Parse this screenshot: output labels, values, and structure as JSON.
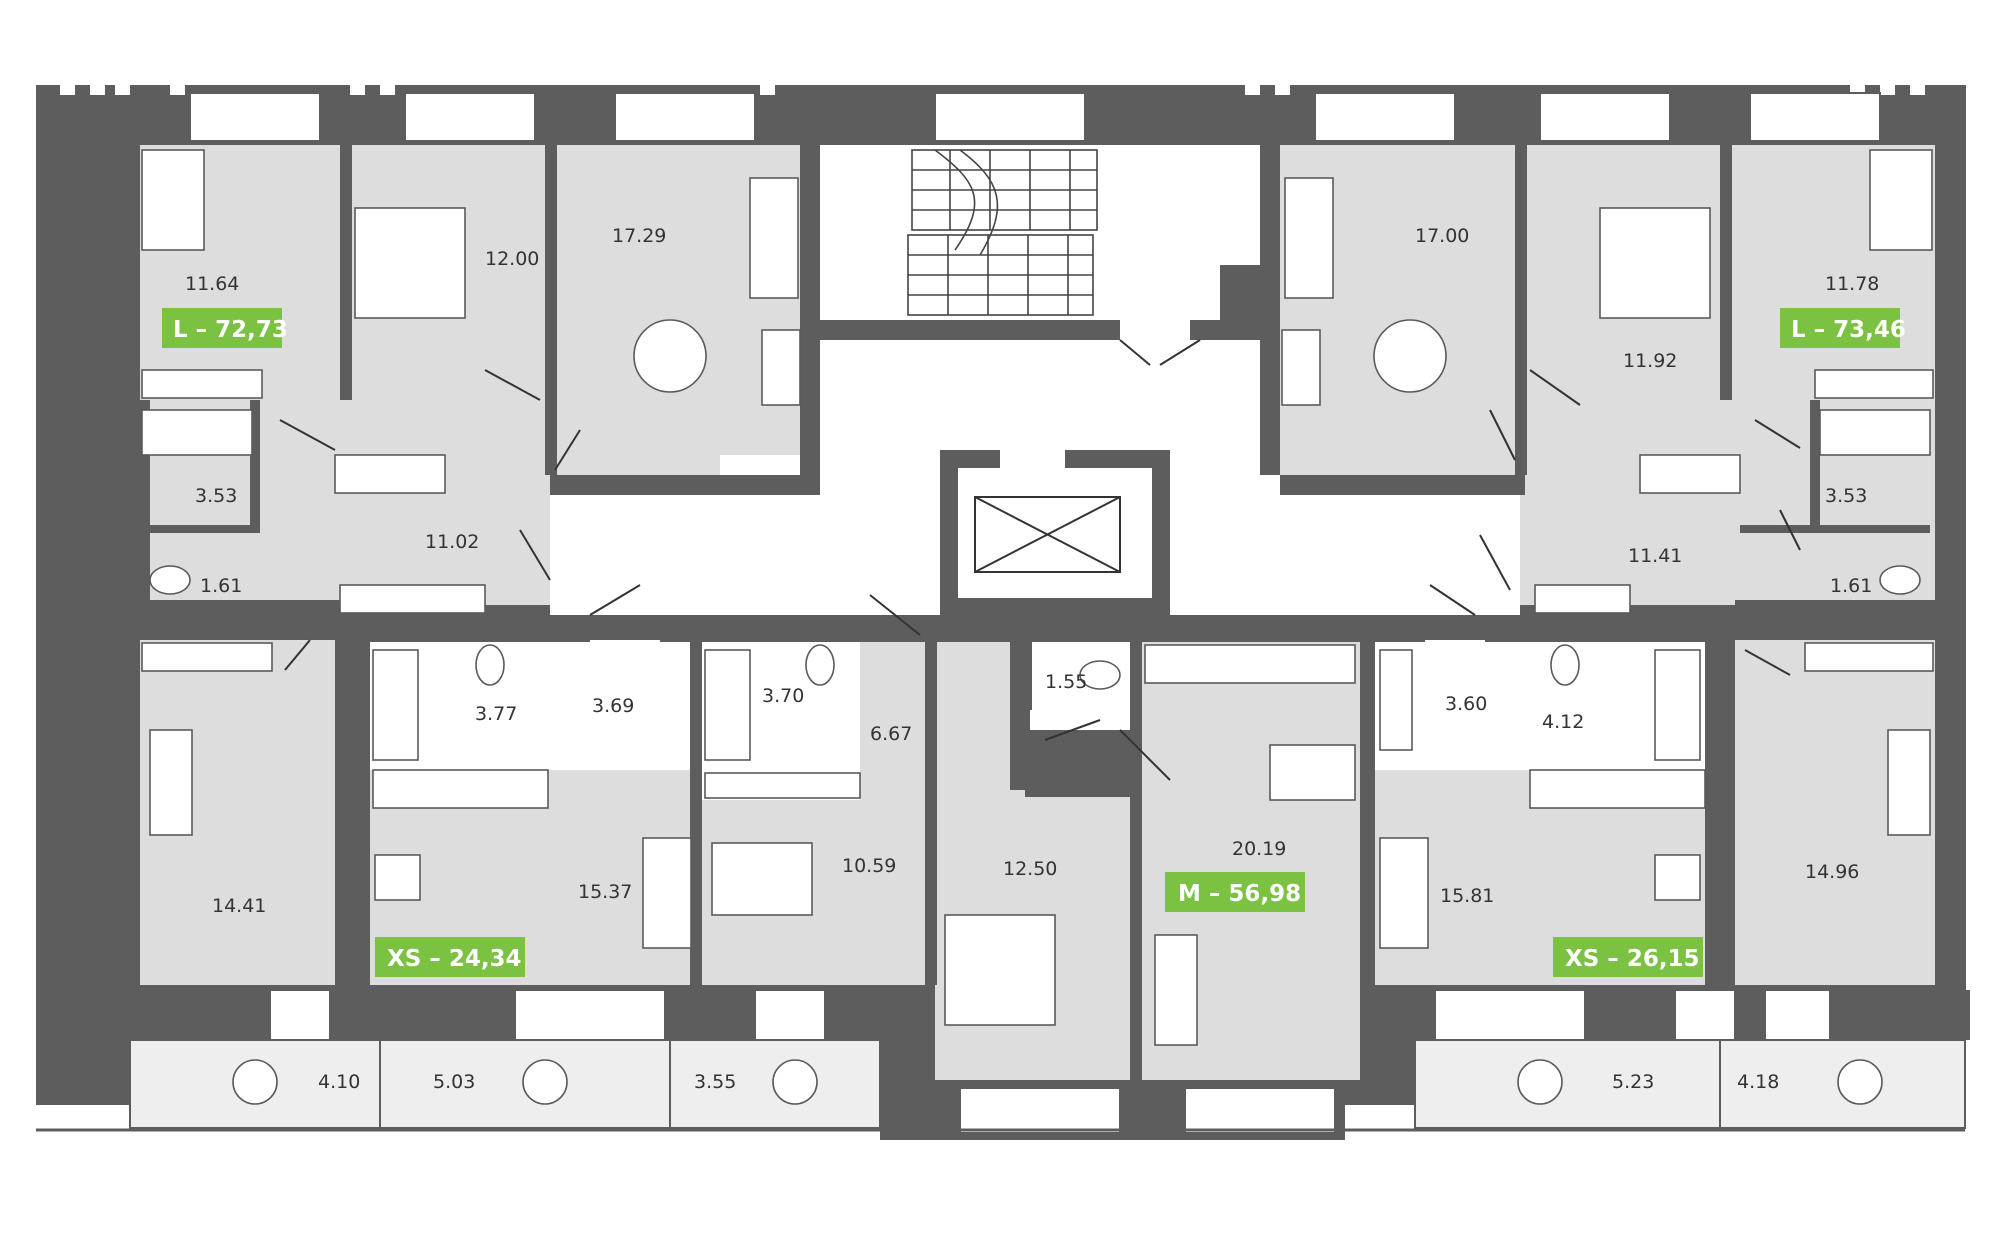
{
  "colors": {
    "wall": "#5d5d5d",
    "floor": "#dddddd",
    "balcony": "#eeeeee",
    "badge": "#7bc142",
    "window": "#ffffff"
  },
  "rooms": [
    {
      "id": "r-11-64",
      "label": "11.64"
    },
    {
      "id": "r-12-00",
      "label": "12.00"
    },
    {
      "id": "r-17-29",
      "label": "17.29"
    },
    {
      "id": "r-3-53-left",
      "label": "3.53"
    },
    {
      "id": "r-11-02",
      "label": "11.02"
    },
    {
      "id": "r-1-61-left",
      "label": "1.61"
    },
    {
      "id": "r-3-77",
      "label": "3.77"
    },
    {
      "id": "r-3-69",
      "label": "3.69"
    },
    {
      "id": "r-3-70",
      "label": "3.70"
    },
    {
      "id": "r-6-67",
      "label": "6.67"
    },
    {
      "id": "r-1-55",
      "label": "1.55"
    },
    {
      "id": "r-14-41",
      "label": "14.41"
    },
    {
      "id": "r-15-37",
      "label": "15.37"
    },
    {
      "id": "r-10-59",
      "label": "10.59"
    },
    {
      "id": "r-12-50",
      "label": "12.50"
    },
    {
      "id": "r-20-19",
      "label": "20.19"
    },
    {
      "id": "r-17-00",
      "label": "17.00"
    },
    {
      "id": "r-11-92",
      "label": "11.92"
    },
    {
      "id": "r-11-78",
      "label": "11.78"
    },
    {
      "id": "r-3-53-right",
      "label": "3.53"
    },
    {
      "id": "r-11-41",
      "label": "11.41"
    },
    {
      "id": "r-1-61-right",
      "label": "1.61"
    },
    {
      "id": "r-3-60",
      "label": "3.60"
    },
    {
      "id": "r-4-12",
      "label": "4.12"
    },
    {
      "id": "r-15-81",
      "label": "15.81"
    },
    {
      "id": "r-14-96",
      "label": "14.96"
    },
    {
      "id": "b-4-10",
      "label": "4.10"
    },
    {
      "id": "b-5-03",
      "label": "5.03"
    },
    {
      "id": "b-3-55",
      "label": "3.55"
    },
    {
      "id": "b-5-23",
      "label": "5.23"
    },
    {
      "id": "b-4-18",
      "label": "4.18"
    }
  ],
  "apartments": [
    {
      "id": "apt-l-72",
      "label": "L – 72,73"
    },
    {
      "id": "apt-l-73",
      "label": "L – 73,46"
    },
    {
      "id": "apt-xs-24",
      "label": "XS – 24,34"
    },
    {
      "id": "apt-m-56",
      "label": "M – 56,98"
    },
    {
      "id": "apt-xs-26",
      "label": "XS – 26,15"
    }
  ]
}
